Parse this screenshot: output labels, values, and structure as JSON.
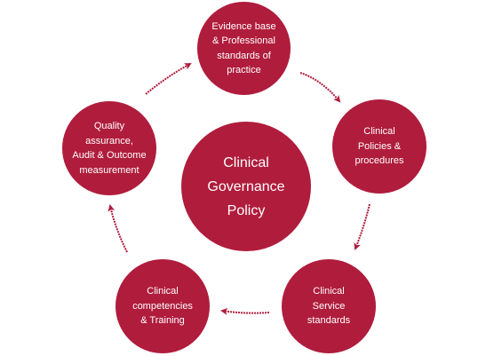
{
  "diagram": {
    "center": {
      "label": "Clinical\nGovernance\nPolicy"
    },
    "nodes": [
      {
        "label": "Evidence base\n& Professional\nstandards of\npractice"
      },
      {
        "label": "Clinical\nPolicies &\nprocedures"
      },
      {
        "label": "Clinical\nService\nstandards"
      },
      {
        "label": "Clinical\ncompetencies\n& Training"
      },
      {
        "label": "Quality\nassurance,\nAudit & Outcome\nmeasurement"
      }
    ],
    "colors": {
      "node_fill": "#b01c3c",
      "node_text": "#ffffff",
      "arrow": "#b01c3c"
    }
  }
}
